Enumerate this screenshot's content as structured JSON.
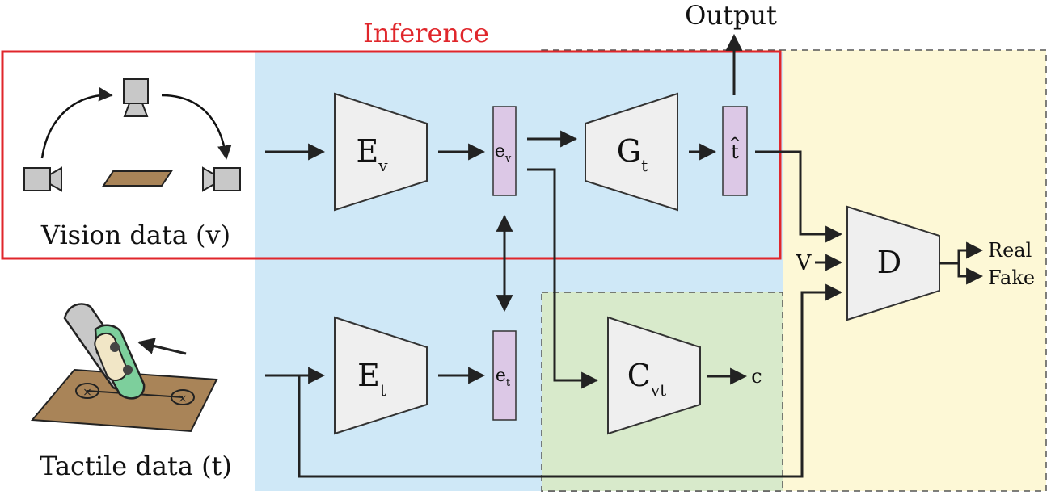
{
  "labels": {
    "inference": "Inference",
    "output": "Output",
    "vision_data": "Vision data (v)",
    "tactile_data": "Tactile data (t)",
    "v_input": "V",
    "real": "Real",
    "fake": "Fake",
    "c_output": "c"
  },
  "blocks": {
    "Ev": {
      "main": "E",
      "sub": "v"
    },
    "Et": {
      "main": "E",
      "sub": "t"
    },
    "Gt": {
      "main": "G",
      "sub": "t"
    },
    "Cvt": {
      "main": "C",
      "sub": "vt"
    },
    "D": {
      "main": "D",
      "sub": ""
    }
  },
  "embeddings": {
    "ev": {
      "main": "e",
      "sub": "v"
    },
    "et": {
      "main": "e",
      "sub": "t"
    },
    "that": {
      "main": "t",
      "hat": "^"
    }
  },
  "colors": {
    "encoder_region": "#cfe8f7",
    "discriminator_region": "#fdf8d6",
    "classifier_region": "#d8eacb",
    "inference_box": "#e0262b",
    "trapezoid_fill": "#efefef",
    "trapezoid_stroke": "#333333",
    "embedding_fill": "#dcc8e6",
    "camera_fill": "#c8c8c8",
    "board_fill": "#a98458",
    "sensor_fill": "#7dcf9c"
  }
}
